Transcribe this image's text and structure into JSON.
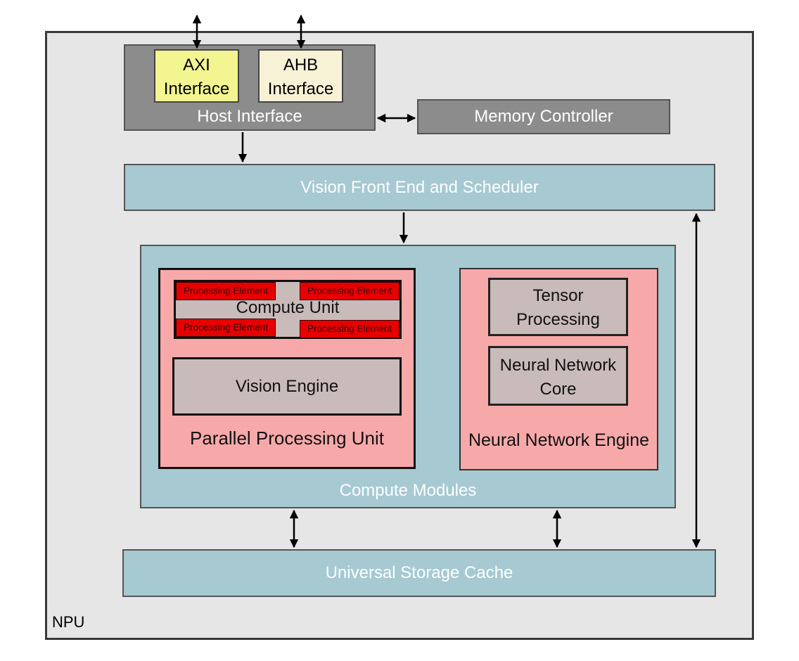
{
  "diagram": {
    "npu_label": "NPU",
    "host_interface": {
      "label": "Host Interface",
      "axi": "AXI Interface",
      "ahb": "AHB Interface"
    },
    "memory_controller": "Memory Controller",
    "vision_front_end": "Vision Front End and Scheduler",
    "compute_modules": {
      "label": "Compute Modules",
      "parallel_processing_unit": {
        "label": "Parallel Processing Unit",
        "compute_unit": "Compute Unit",
        "processing_element": "Processing Element",
        "vision_engine": "Vision Engine"
      },
      "neural_network_engine": {
        "label": "Neural Network Engine",
        "tensor_processing": "Tensor Processing",
        "neural_network_core": "Neural Network Core"
      }
    },
    "universal_storage_cache": "Universal Storage Cache",
    "colors": {
      "npu_bg": "#e6e6e6",
      "host_gray": "#8c8c8c",
      "axi_yellow": "#f2f590",
      "ahb_cream": "#f7f1d6",
      "blue_block": "#a6c9d2",
      "pink_block": "#f7a9aa",
      "taupe_block": "#c9bbba",
      "processing_element_red": "#e60000"
    }
  }
}
